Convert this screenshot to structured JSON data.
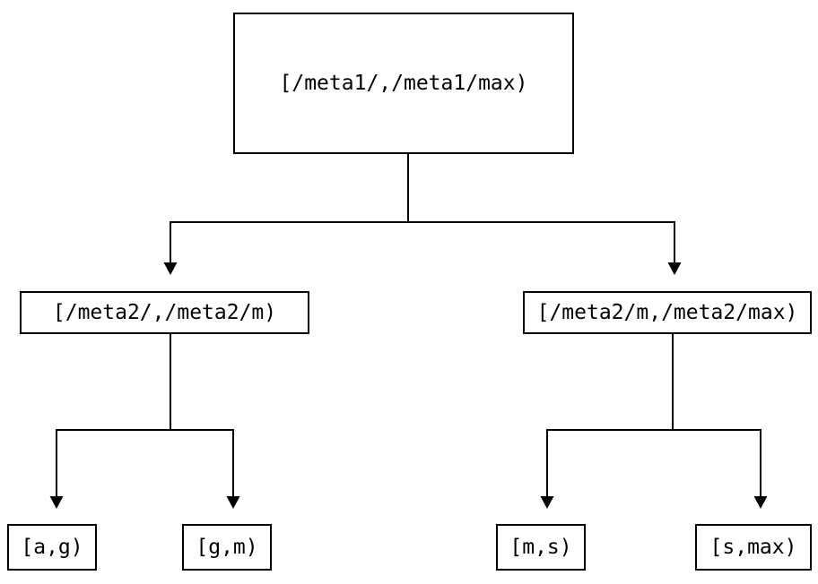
{
  "diagram": {
    "background_color": "#ffffff",
    "line_color": "#000000",
    "text_color": "#000000",
    "nodes": {
      "root": {
        "label": "[/meta1/,/meta1/max)"
      },
      "meta2_left": {
        "label": "[/meta2/,/meta2/m)"
      },
      "meta2_right": {
        "label": "[/meta2/m,/meta2/max)"
      },
      "leaf_a_g": {
        "label": "[a,g)"
      },
      "leaf_g_m": {
        "label": "[g,m)"
      },
      "leaf_m_s": {
        "label": "[m,s)"
      },
      "leaf_s_max": {
        "label": "[s,max)"
      }
    }
  }
}
